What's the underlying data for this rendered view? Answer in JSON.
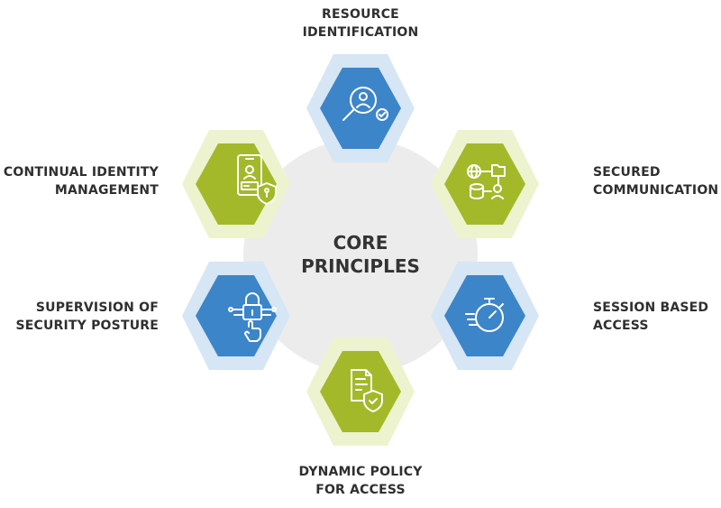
{
  "center": {
    "line1": "CORE",
    "line2": "PRINCIPLES"
  },
  "nodes": [
    {
      "id": "resource-identification",
      "line1": "RESOURCE",
      "line2": "IDENTIFICATION",
      "theme": "blue",
      "icon": "search-user-icon"
    },
    {
      "id": "secured-communication",
      "line1": "SECURED",
      "line2": "COMMUNICATION",
      "theme": "green",
      "icon": "network-database-icon"
    },
    {
      "id": "session-based-access",
      "line1": "SESSION BASED",
      "line2": "ACCESS",
      "theme": "blue",
      "icon": "stopwatch-icon"
    },
    {
      "id": "dynamic-policy",
      "line1": "DYNAMIC POLICY",
      "line2": "FOR ACCESS",
      "theme": "green",
      "icon": "document-shield-icon"
    },
    {
      "id": "security-posture",
      "line1": "SUPERVISION OF",
      "line2": "SECURITY POSTURE",
      "theme": "blue",
      "icon": "lock-circuit-icon"
    },
    {
      "id": "continual-identity",
      "line1": "CONTINUAL IDENTITY",
      "line2": "MANAGEMENT",
      "theme": "green",
      "icon": "mobile-identity-icon"
    }
  ],
  "colors": {
    "blue": "#3d85c9",
    "blue_light": "#d6e6f5",
    "green": "#a3b92a",
    "green_light": "#eef3cf",
    "center_circle": "#ececec",
    "text": "#2f2f2f"
  }
}
